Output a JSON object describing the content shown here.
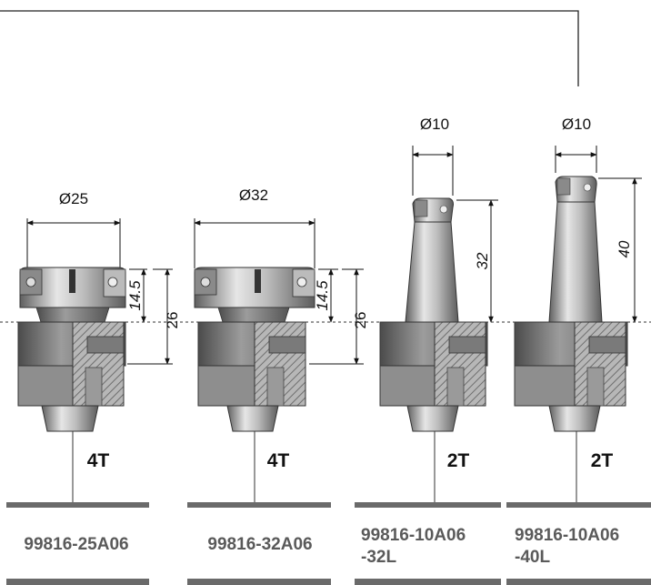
{
  "tools": [
    {
      "diameter_label": "Ø25",
      "heights": [
        "14.5",
        "26"
      ],
      "teeth": "4T",
      "code_lines": [
        "99816-25A06"
      ]
    },
    {
      "diameter_label": "Ø32",
      "heights": [
        "14.5",
        "26"
      ],
      "teeth": "4T",
      "code_lines": [
        "99816-32A06"
      ]
    },
    {
      "diameter_label": "Ø10",
      "heights": [
        "32"
      ],
      "teeth": "2T",
      "code_lines": [
        "99816-10A06",
        "-32L"
      ]
    },
    {
      "diameter_label": "Ø10",
      "heights": [
        "40"
      ],
      "teeth": "2T",
      "code_lines": [
        "99816-10A06",
        "-40L"
      ]
    }
  ],
  "colors": {
    "body_dark": "#6e6e6e",
    "body_mid": "#a9a9a9",
    "body_light": "#d9d9d9",
    "hatch": "#8a8a8a",
    "code_text": "#5a5a5a",
    "rule": "#6a6a6a"
  }
}
